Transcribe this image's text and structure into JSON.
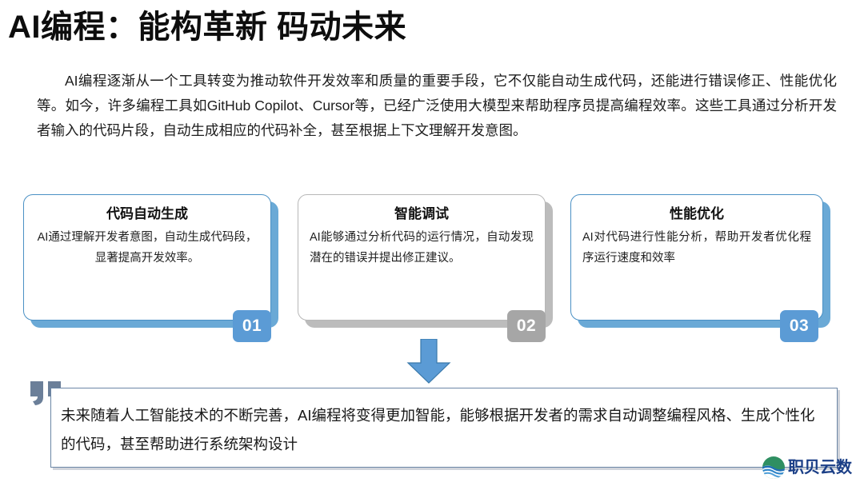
{
  "slide": {
    "title": "AI编程：能构革新 码动未来",
    "intro": "AI编程逐渐从一个工具转变为推动软件开发效率和质量的重要手段，它不仅能自动生成代码，还能进行错误修正、性能优化等。如今，许多编程工具如GitHub Copilot、Cursor等，已经广泛使用大模型来帮助程序员提高编程效率。这些工具通过分析开发者输入的代码片段，自动生成相应的代码补全，甚至根据上下文理解开发意图。"
  },
  "cards": [
    {
      "number": "01",
      "title": "代码自动生成",
      "body": "AI通过理解开发者意图，自动生成代码段，显著提高开发效率。",
      "accent": "#5b9bd5"
    },
    {
      "number": "02",
      "title": "智能调试",
      "body": "AI能够通过分析代码的运行情况，自动发现潜在的错误并提出修正建议。",
      "accent": "#a6a6a6"
    },
    {
      "number": "03",
      "title": "性能优化",
      "body": "AI对代码进行性能分析，帮助开发者优化程序运行速度和效率",
      "accent": "#5b9bd5"
    }
  ],
  "arrow": {
    "icon": "arrow-down-icon",
    "color": "#5b9bd5"
  },
  "quote": {
    "mark_icon": "quote-mark-icon",
    "text": "未来随着人工智能技术的不断完善，AI编程将变得更加智能，能够根据开发者的需求自动调整编程风格、生成个性化的代码，甚至帮助进行系统架构设计",
    "border_color": "#6b86a6"
  },
  "logo": {
    "icon": "globe-wave-icon",
    "text": "职贝云数",
    "text_color": "#1b3f87",
    "icon_color": "#2a8a5e"
  }
}
